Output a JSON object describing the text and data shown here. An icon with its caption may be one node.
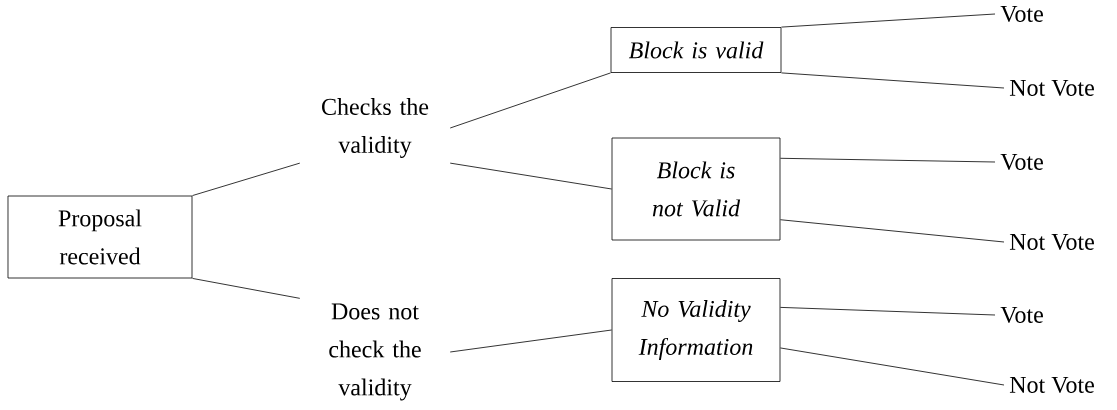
{
  "diagram": {
    "nodes": [
      {
        "text": [
          "Proposal received"
        ]
      },
      {
        "text": [
          "Checks the validity"
        ]
      },
      {
        "text": [
          "Does not check the validity"
        ]
      },
      {
        "text": [
          "Block is valid"
        ]
      },
      {
        "text": [
          "Block is not Valid"
        ]
      },
      {
        "text": [
          "No Validity Information"
        ]
      },
      {
        "text": [
          "Vote"
        ]
      },
      {
        "text": [
          "Not Vote"
        ]
      },
      {
        "text": [
          "Vote"
        ]
      },
      {
        "text": [
          "Not Vote"
        ]
      },
      {
        "text": [
          "Vote"
        ]
      },
      {
        "text": [
          "Not Vote"
        ]
      }
    ],
    "edges": [
      {
        "from": 0,
        "to": 1,
        "arrow": "none"
      },
      {
        "from": 0,
        "to": 2,
        "arrow": "none"
      },
      {
        "from": 1,
        "to": 3,
        "arrow": "none"
      },
      {
        "from": 1,
        "to": 4,
        "arrow": "none"
      },
      {
        "from": 2,
        "to": 5,
        "arrow": "none"
      },
      {
        "from": 3,
        "to": 6,
        "arrow": "none"
      },
      {
        "from": 3,
        "to": 7,
        "arrow": "none"
      },
      {
        "from": 4,
        "to": 8,
        "arrow": "none"
      },
      {
        "from": 4,
        "to": 9,
        "arrow": "none"
      },
      {
        "from": 5,
        "to": 10,
        "arrow": "none"
      },
      {
        "from": 5,
        "to": 11,
        "arrow": "none"
      }
    ]
  }
}
